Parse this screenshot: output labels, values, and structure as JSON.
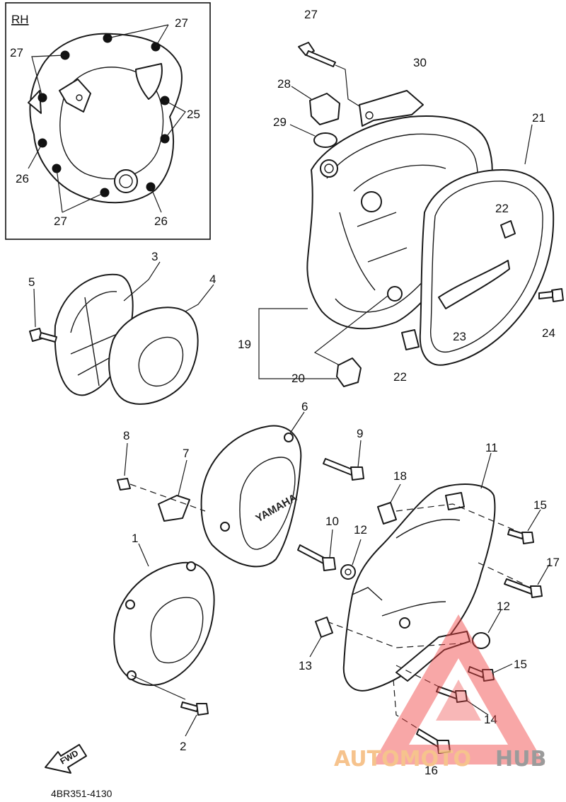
{
  "inset": {
    "label": "RH"
  },
  "callouts": {
    "n1": "1",
    "n2": "2",
    "n3": "3",
    "n4": "4",
    "n5": "5",
    "n6": "6",
    "n7": "7",
    "n8": "8",
    "n9": "9",
    "n10": "10",
    "n11": "11",
    "n12a": "12",
    "n12b": "12",
    "n13": "13",
    "n14": "14",
    "n15a": "15",
    "n15b": "15",
    "n16": "16",
    "n17": "17",
    "n18": "18",
    "n19": "19",
    "n20": "20",
    "n21": "21",
    "n22a": "22",
    "n22b": "22",
    "n23": "23",
    "n24": "24",
    "n25": "25",
    "n26a": "26",
    "n26b": "26",
    "n27a": "27",
    "n27b": "27",
    "n27c": "27",
    "n27d": "27",
    "n28": "28",
    "n29": "29",
    "n30": "30"
  },
  "cover_brand": "YAMAHA",
  "direction_arrow": {
    "label": "FWD"
  },
  "diagram_code": "4BR351-4130",
  "watermark": {
    "part1": "AUTOMOTO",
    "part2": "HUB",
    "colors": {
      "accent": "#f4a460",
      "gray": "#8a8a8a",
      "triangle": "#ee4444"
    }
  }
}
